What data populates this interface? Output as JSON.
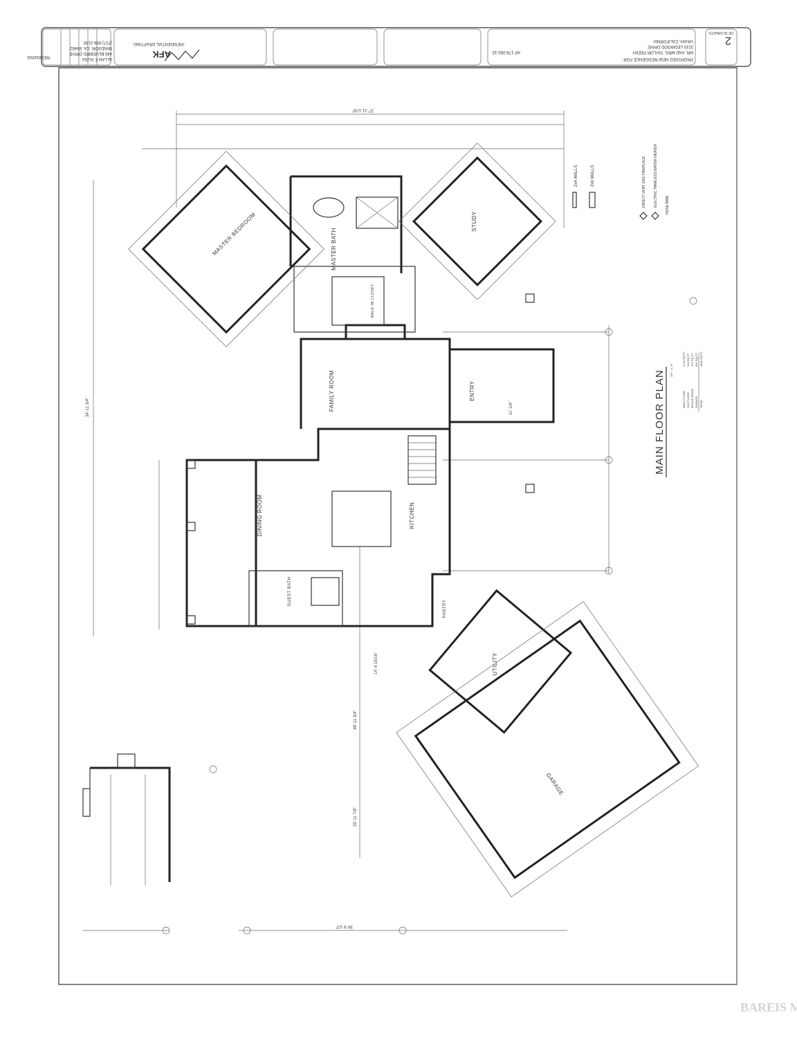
{
  "title_block": {
    "revisions_label": "REVISIONS",
    "drafter_name": "ALLAN F. KUSA",
    "drafter_address": "440 BLUEBIRD DRIVE",
    "drafter_city": "WINDSOR, CA. 95492",
    "drafter_phone": "(707) 838-2130",
    "logo_text": "AFK",
    "firm_tagline": "-RESIDENTIAL DRAFTING-",
    "project_label": "PROPOSED NEW RESIDENCE FOR:",
    "client": "MR. AND MRS. TAYLOR FEENY",
    "site_address": "3215 LEDWOOD DRIVE",
    "site_city": "UKIAH, CALIFORNIA",
    "apn": "AP 178-050-15",
    "sheet_number": "2",
    "sheet_of": "OF 20 SHEETS"
  },
  "drawing": {
    "title": "MAIN FLOOR PLAN",
    "scale": "1/4\" = 1'-0\""
  },
  "rooms": {
    "master_bedroom": "MASTER BEDROOM",
    "master_bath": "MASTER BATH",
    "walk_in_closet": "WALK-IN CLOSET",
    "study": "STUDY",
    "family_room": "FAMILY ROOM",
    "entry": "ENTRY",
    "dining_room": "DINING ROOM",
    "kitchen": "KITCHEN",
    "guest_bath": "GUEST BATH",
    "pantry": "PANTRY",
    "utility": "UTILITY",
    "garage": "GARAGE"
  },
  "legend": {
    "walls_2x4": "2x4 WALLS",
    "walls_2x6": "2x6 WALLS",
    "fireplace": "DIRECT VENT GAS FIREPLACE",
    "water_heater": "ELECTRIC TANKLESS WATER HEATER",
    "hose_bibb": "HOSE BIBB"
  },
  "area_table": [
    {
      "label": "MAIN FLOOR",
      "value": "2722 SQ FT"
    },
    {
      "label": "2ND FLOOR",
      "value": "318 SQ FT"
    },
    {
      "label": "BONUS ROOM",
      "value": "172 SQ FT"
    },
    {
      "label": "GARAGE",
      "value": "831 SQ FT"
    },
    {
      "label": "TOTAL",
      "value": "4043 SQ FT"
    }
  ],
  "dimensions": {
    "overall_top": "37'-11 1/16\"",
    "left_overall": "34'-11 3/4\"",
    "bottom_overall": "36'-6 1/2\"",
    "garage_depth": "25'-11 7/8\"",
    "center_run": "48'-11 3/4\"",
    "kitchen_run": "14'-4 15/16\"",
    "entry_width": "11'-1/4\""
  },
  "watermark": "BAREIS MLS"
}
